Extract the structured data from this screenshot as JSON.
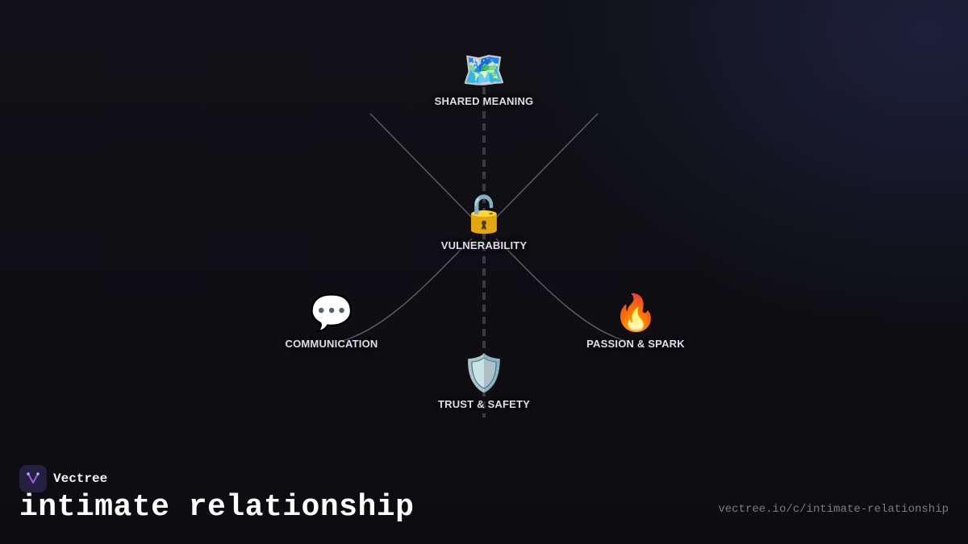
{
  "diagram": {
    "nodes": [
      {
        "id": "shared",
        "label": "SHARED MEANING",
        "icon": "map-icon",
        "glyph": "🗺️"
      },
      {
        "id": "vuln",
        "label": "VULNERABILITY",
        "icon": "unlocked-padlock-icon",
        "glyph": "🔓"
      },
      {
        "id": "comm",
        "label": "COMMUNICATION",
        "icon": "speech-bubble-icon",
        "glyph": "💬"
      },
      {
        "id": "passion",
        "label": "PASSION & SPARK",
        "icon": "fire-icon",
        "glyph": "🔥"
      },
      {
        "id": "trust",
        "label": "TRUST & SAFETY",
        "icon": "shield-icon",
        "glyph": "🛡️"
      }
    ]
  },
  "brand": {
    "name": "Vectree",
    "icon": "vectree-logo-icon"
  },
  "title": "intimate relationship",
  "url": "vectree.io/c/intimate-relationship",
  "colors": {
    "background": "#0e0e12",
    "connector": "#5a5a60",
    "logo_bg": "#24203f",
    "logo_mark": "#9a5cf0"
  }
}
